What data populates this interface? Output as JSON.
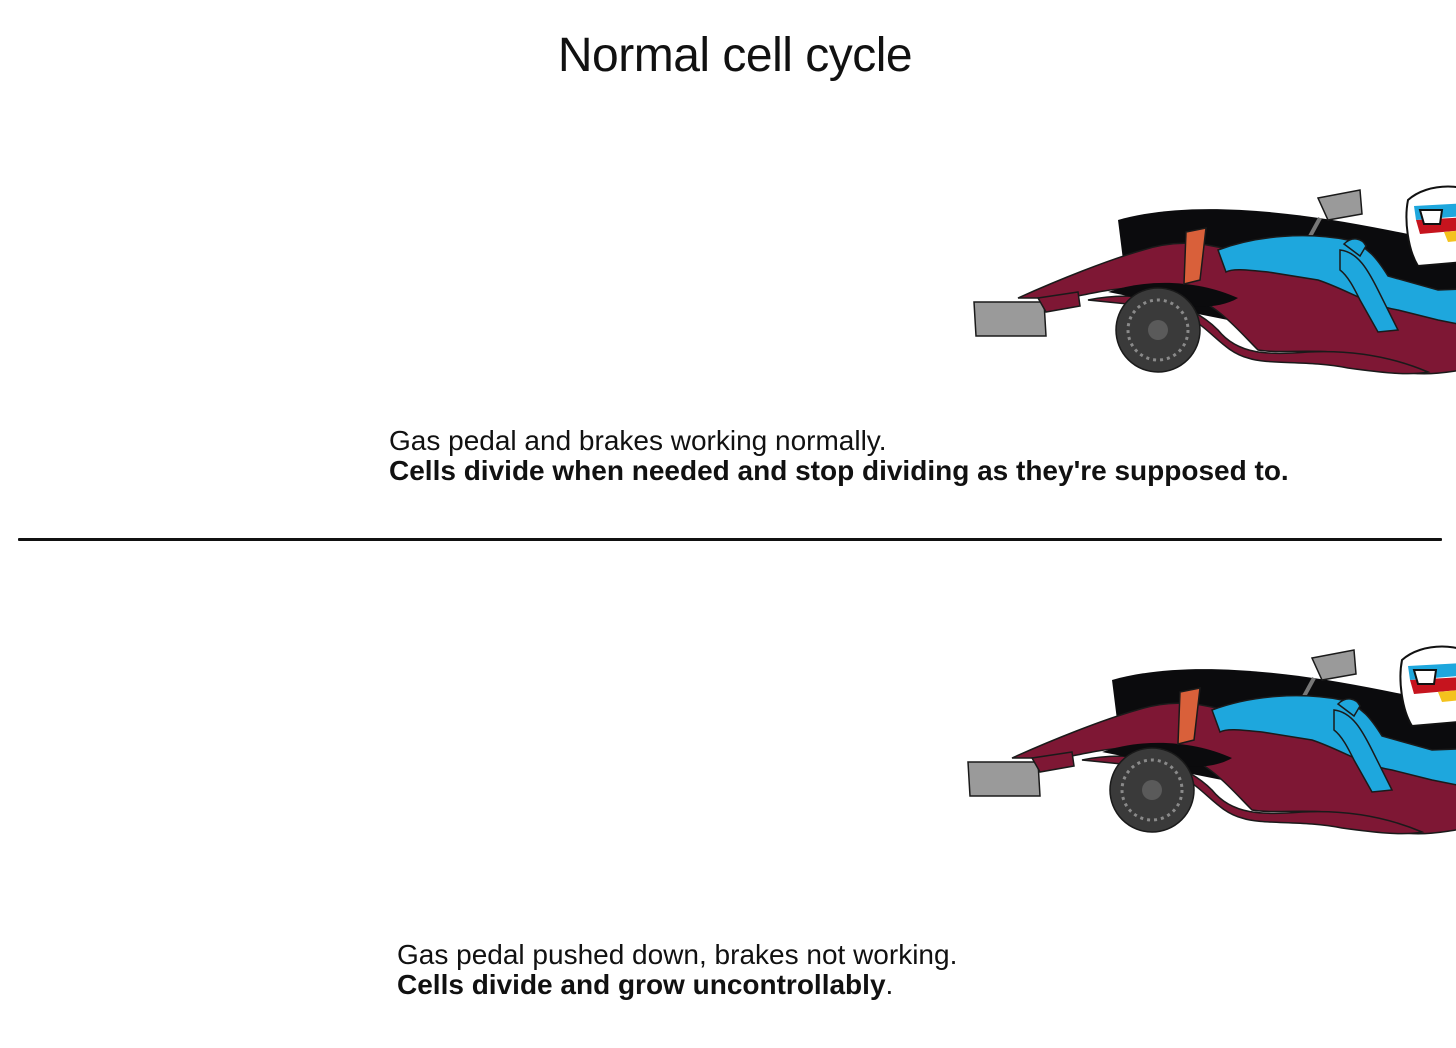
{
  "title": "Normal cell cycle",
  "sections": [
    {
      "id": "normal",
      "line1": "Gas pedal and brakes working normally.",
      "line2_bold": "Cells divide when needed and stop dividing as they're supposed to.",
      "line2_tail": "",
      "illustration": "race-car-with-driver"
    },
    {
      "id": "cancer",
      "line1": "Gas pedal pushed down, brakes not working.",
      "line2_bold": "Cells divide and grow uncontrollably",
      "line2_tail": ".",
      "illustration": "race-car-with-driver"
    }
  ],
  "colors": {
    "car_body": "#7e1734",
    "car_black": "#0b0b0d",
    "driver_suit": "#1ea7dd",
    "front_wing": "#9a9a9a",
    "tire": "#3a3a3a",
    "accent_orange": "#d9603a",
    "helmet_red": "#c6141e",
    "helmet_yellow": "#f4c21d"
  }
}
